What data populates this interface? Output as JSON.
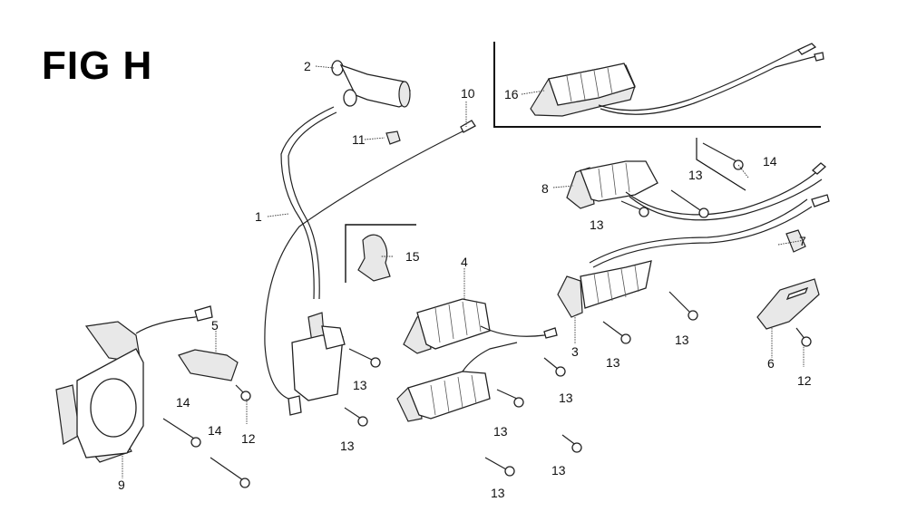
{
  "figure": {
    "title": "FIG H",
    "type": "exploded parts diagram"
  },
  "callouts": [
    {
      "id": "c1",
      "label": "1",
      "part": "high-tension-cord"
    },
    {
      "id": "c2",
      "label": "2",
      "part": "spark-plug-cap"
    },
    {
      "id": "c3",
      "label": "3",
      "part": "ignition-coil-3"
    },
    {
      "id": "c4",
      "label": "4",
      "part": "ignition-coil-4"
    },
    {
      "id": "c5",
      "label": "5",
      "part": "wire-clamp-bracket"
    },
    {
      "id": "c6",
      "label": "6",
      "part": "mounting-plate"
    },
    {
      "id": "c7",
      "label": "7",
      "part": "clip"
    },
    {
      "id": "c8",
      "label": "8",
      "part": "ignition-coil-8"
    },
    {
      "id": "c9",
      "label": "9",
      "part": "stator-charge-coil"
    },
    {
      "id": "c10",
      "label": "10",
      "part": "wire-terminal"
    },
    {
      "id": "c11",
      "label": "11",
      "part": "small-clip"
    },
    {
      "id": "c12a",
      "label": "12",
      "part": "bolt-12"
    },
    {
      "id": "c12b",
      "label": "12",
      "part": "bolt-12"
    },
    {
      "id": "c13a",
      "label": "13",
      "part": "bolt-13"
    },
    {
      "id": "c13b",
      "label": "13",
      "part": "bolt-13"
    },
    {
      "id": "c13c",
      "label": "13",
      "part": "bolt-13"
    },
    {
      "id": "c13d",
      "label": "13",
      "part": "bolt-13"
    },
    {
      "id": "c13e",
      "label": "13",
      "part": "bolt-13"
    },
    {
      "id": "c13f",
      "label": "13",
      "part": "bolt-13"
    },
    {
      "id": "c13g",
      "label": "13",
      "part": "bolt-13"
    },
    {
      "id": "c13h",
      "label": "13",
      "part": "bolt-13"
    },
    {
      "id": "c13i",
      "label": "13",
      "part": "bolt-13"
    },
    {
      "id": "c13j",
      "label": "13",
      "part": "bolt-13"
    },
    {
      "id": "c13k",
      "label": "13",
      "part": "bolt-13"
    },
    {
      "id": "c14a",
      "label": "14",
      "part": "bolt-14"
    },
    {
      "id": "c14b",
      "label": "14",
      "part": "bolt-14"
    },
    {
      "id": "c14c",
      "label": "14",
      "part": "bolt-14"
    },
    {
      "id": "c15",
      "label": "15",
      "part": "cord-clamp"
    },
    {
      "id": "c16",
      "label": "16",
      "part": "ignition-coil-16"
    }
  ]
}
